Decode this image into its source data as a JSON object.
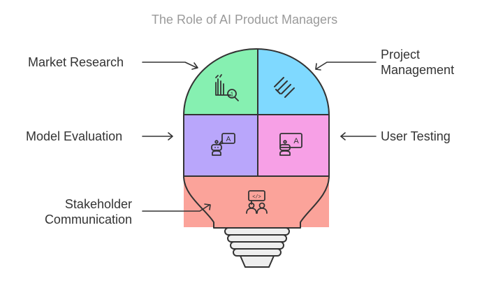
{
  "title": "The Role of AI Product Managers",
  "labels": {
    "market_research": "Market Research",
    "project_management_line1": "Project",
    "project_management_line2": "Management",
    "model_evaluation": "Model Evaluation",
    "user_testing": "User Testing",
    "stakeholder_line1": "Stakeholder",
    "stakeholder_line2": "Communication"
  },
  "colors": {
    "market_research": "#86f0b1",
    "project_management": "#7fd9ff",
    "model_evaluation": "#b9a6fb",
    "user_testing": "#f7a0e6",
    "stakeholder_communication": "#fba39a",
    "outline": "#333333",
    "base_fill": "#eeeeee",
    "title_text": "#9a9a9a",
    "label_text": "#333333"
  },
  "icons": {
    "market_research": "bar-chart-magnifier-icon",
    "project_management": "parallel-tasks-icon",
    "model_evaluation": "robot-speech-bubble-icon",
    "user_testing": "robot-speech-bubble-icon",
    "stakeholder_communication": "code-people-icon",
    "speech_letter": "A",
    "code_symbol": "</>"
  }
}
